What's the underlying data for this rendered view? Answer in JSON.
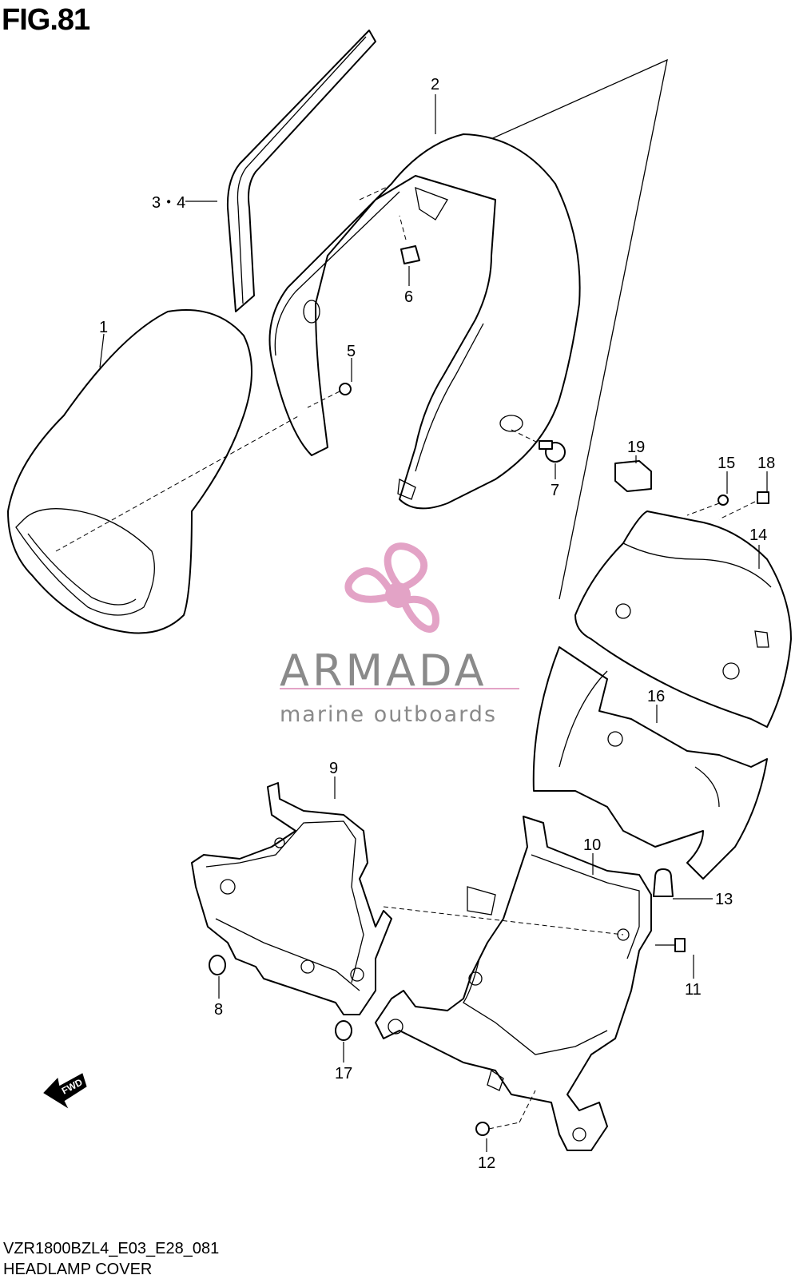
{
  "figure": {
    "title": "FIG.81",
    "model_code": "VZR1800BZL4_E03_E28_081",
    "section_name": "HEADLAMP COVER"
  },
  "watermark": {
    "brand": "ARMADA",
    "tagline": "marine outboards",
    "logo_color": "#e3a3c6",
    "text_color": "#8a8a8a"
  },
  "fwd_badge": "FWD",
  "callouts": [
    {
      "id": "1",
      "label": "1"
    },
    {
      "id": "2",
      "label": "2"
    },
    {
      "id": "3-4",
      "label": "3・4"
    },
    {
      "id": "5",
      "label": "5"
    },
    {
      "id": "6",
      "label": "6"
    },
    {
      "id": "7",
      "label": "7"
    },
    {
      "id": "8",
      "label": "8"
    },
    {
      "id": "9",
      "label": "9"
    },
    {
      "id": "10",
      "label": "10"
    },
    {
      "id": "11",
      "label": "11"
    },
    {
      "id": "12",
      "label": "12"
    },
    {
      "id": "13",
      "label": "13"
    },
    {
      "id": "14",
      "label": "14"
    },
    {
      "id": "15",
      "label": "15"
    },
    {
      "id": "16",
      "label": "16"
    },
    {
      "id": "17",
      "label": "17"
    },
    {
      "id": "18",
      "label": "18"
    },
    {
      "id": "19",
      "label": "19"
    }
  ]
}
